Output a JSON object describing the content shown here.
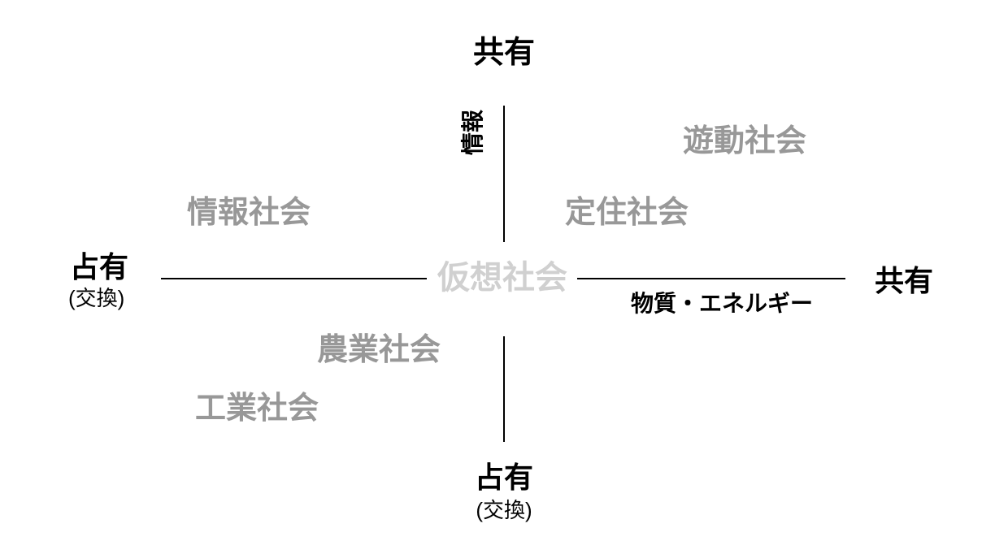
{
  "axes": {
    "top_label": "共有",
    "right_label": "共有",
    "left_label": "占有",
    "left_sublabel": "(交換)",
    "bottom_label": "占有",
    "bottom_sublabel": "(交換)",
    "vertical_axis_name": "情報",
    "horizontal_axis_name": "物質・エネルギー"
  },
  "societies": {
    "nomadic": "遊動社会",
    "settled": "定住社会",
    "information": "情報社会",
    "virtual": "仮想社会",
    "agricultural": "農業社会",
    "industrial": "工業社会"
  },
  "colors": {
    "background": "#ffffff",
    "axis_text": "#000000",
    "axis_line": "#000000",
    "society_label": "#989898",
    "virtual_society_label": "#d0d0d0"
  }
}
